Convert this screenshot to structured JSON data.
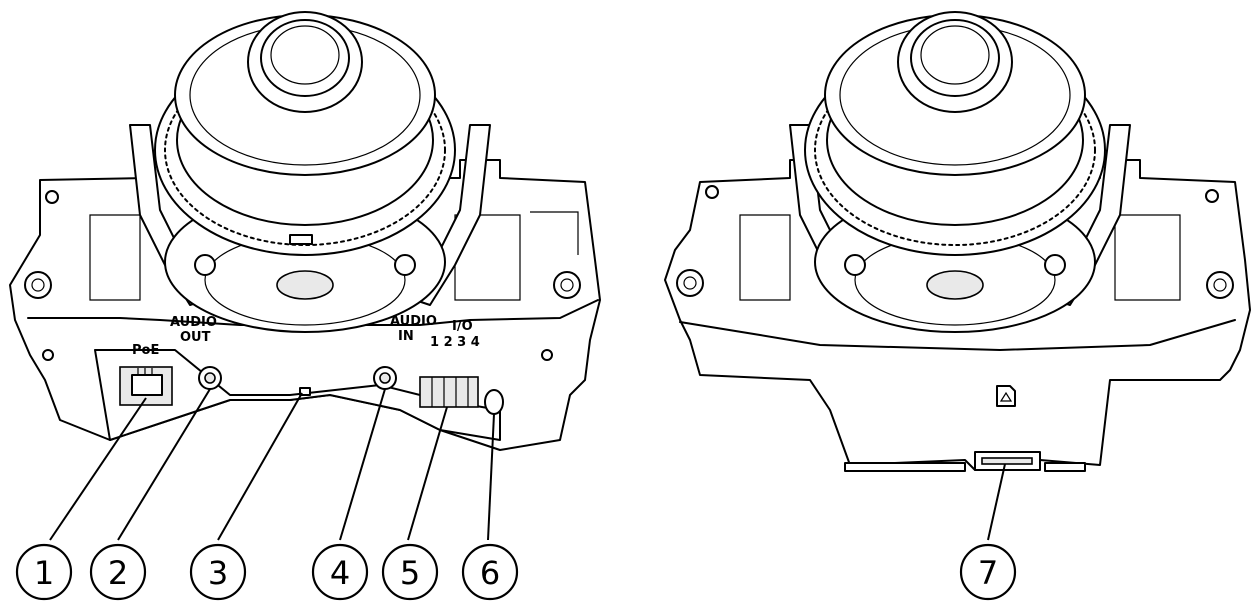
{
  "port_labels": {
    "poe": "PoE",
    "audio_out_1": "AUDIO",
    "audio_out_2": "OUT",
    "audio_in_1": "AUDIO",
    "audio_in_2": "IN",
    "io_1": "I/O",
    "io_2": "1 2 3 4"
  },
  "callouts": [
    "1",
    "2",
    "3",
    "4",
    "5",
    "6",
    "7"
  ],
  "colors": {
    "line": "#000000",
    "background": "#ffffff"
  }
}
